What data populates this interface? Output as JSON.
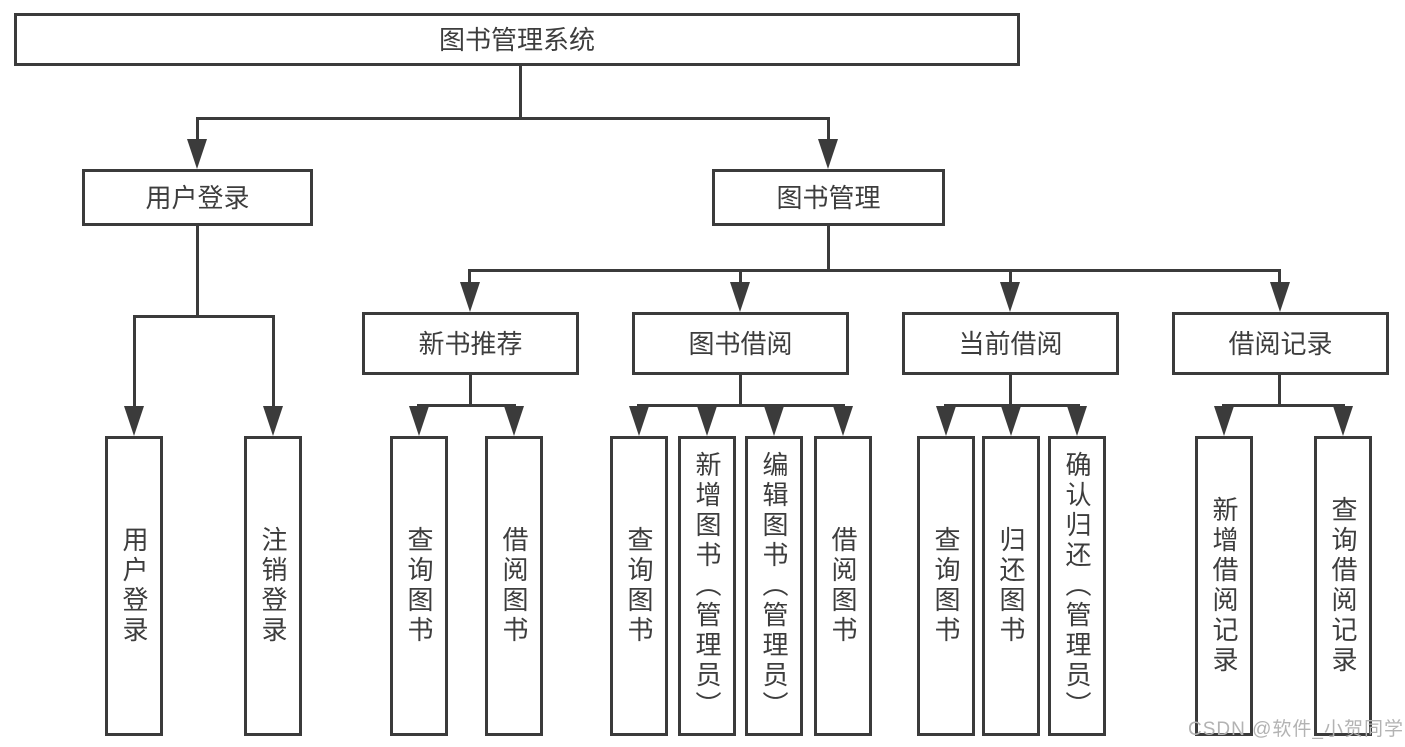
{
  "diagram": {
    "root": {
      "label": "图书管理系统"
    },
    "branches": [
      {
        "label": "用户登录",
        "children": [
          {
            "label": "用户登录"
          },
          {
            "label": "注销登录"
          }
        ]
      },
      {
        "label": "图书管理",
        "children": [
          {
            "label": "新书推荐",
            "children": [
              {
                "label": "查询图书"
              },
              {
                "label": "借阅图书"
              }
            ]
          },
          {
            "label": "图书借阅",
            "children": [
              {
                "label": "查询图书"
              },
              {
                "label": "新增图书（管理员）"
              },
              {
                "label": "编辑图书（管理员）"
              },
              {
                "label": "借阅图书"
              }
            ]
          },
          {
            "label": "当前借阅",
            "children": [
              {
                "label": "查询图书"
              },
              {
                "label": "归还图书"
              },
              {
                "label": "确认归还（管理员）"
              }
            ]
          },
          {
            "label": "借阅记录",
            "children": [
              {
                "label": "新增借阅记录"
              },
              {
                "label": "查询借阅记录"
              }
            ]
          }
        ]
      }
    ]
  },
  "watermark": "CSDN @软件_小贺同学",
  "colors": {
    "line": "#3b3b3b",
    "text": "#3d3d3d",
    "watermark": "#b3b3b3",
    "background": "#ffffff"
  }
}
